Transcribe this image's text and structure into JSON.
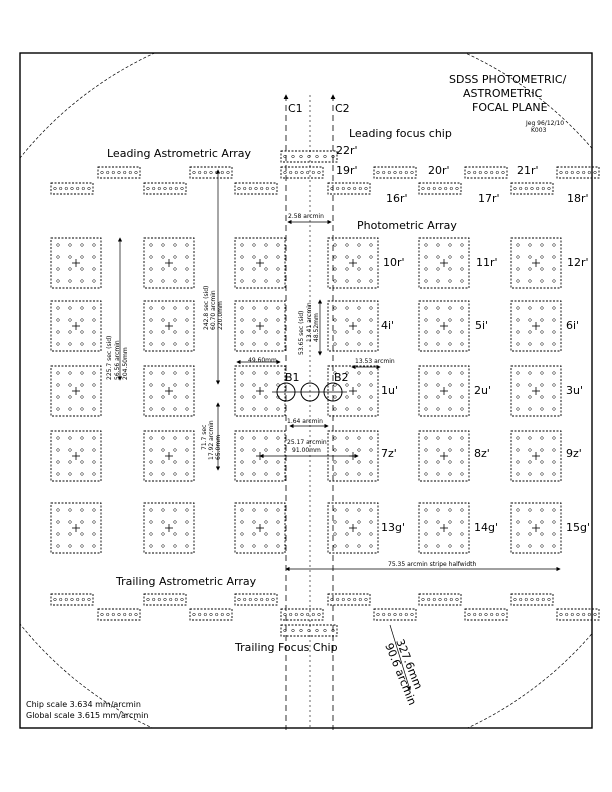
{
  "title": {
    "line1": "SDSS PHOTOMETRIC/",
    "line2": "ASTROMETRIC",
    "line3": "FOCAL PLANE"
  },
  "signature": {
    "line1": "Jeg 96/12/10",
    "line2": "K003"
  },
  "sections": {
    "leading_focus": "Leading focus chip",
    "leading_astrometric": "Leading Astrometric Array",
    "photometric": "Photometric Array",
    "trailing_astrometric": "Trailing Astrometric Array",
    "trailing_focus": "Trailing Focus Chip"
  },
  "columns": {
    "c1": "C1",
    "c2": "C2",
    "b1": "B1",
    "b2": "B2"
  },
  "chip_labels": {
    "r22": "22r'",
    "r19": "19r'",
    "r20": "20r'",
    "r21": "21r'",
    "r16": "16r'",
    "r17": "17r'",
    "r18": "18r'",
    "r10": "10r'",
    "r11": "11r'",
    "r12": "12r'",
    "i4": "4i'",
    "i5": "5i'",
    "i6": "6i'",
    "u1": "1u'",
    "u2": "2u'",
    "u3": "3u'",
    "z7": "7z'",
    "z8": "8z'",
    "z9": "9z'",
    "g13": "13g'",
    "g14": "14g'",
    "g15": "15g'"
  },
  "dimensions": {
    "d258": "2.58 arcmin",
    "d2257a": "225.7 sec (sid)",
    "d2257b": "56.56 arcmin",
    "d2257c": "204.50mm",
    "d2428a": "242.8 sec (sid)",
    "d2428b": "60.70 arcmin",
    "d2428c": "220.0mm",
    "d5365a": "53.65 sec (sid)",
    "d5365b": "13.41 arcmin",
    "d5365c": "48.52mm",
    "d1353": "13.53 arcmin",
    "d4960": "49.60mm",
    "d164": "1.64 arcmin",
    "d717a": "71.7 sec",
    "d717b": "17.92 arcmin",
    "d717c": "65.0mm",
    "d2517a": "25.17 arcmin",
    "d2517b": "91.00mm",
    "d7535": "75.35 arcmin stripe halfwidth",
    "r3276": "327.6mm",
    "r906": "90.6 arcmin"
  },
  "scale": {
    "chip": "Chip scale 3.634 mm/arcmin",
    "global": "Global scale 3.615 mm/arcmin"
  }
}
